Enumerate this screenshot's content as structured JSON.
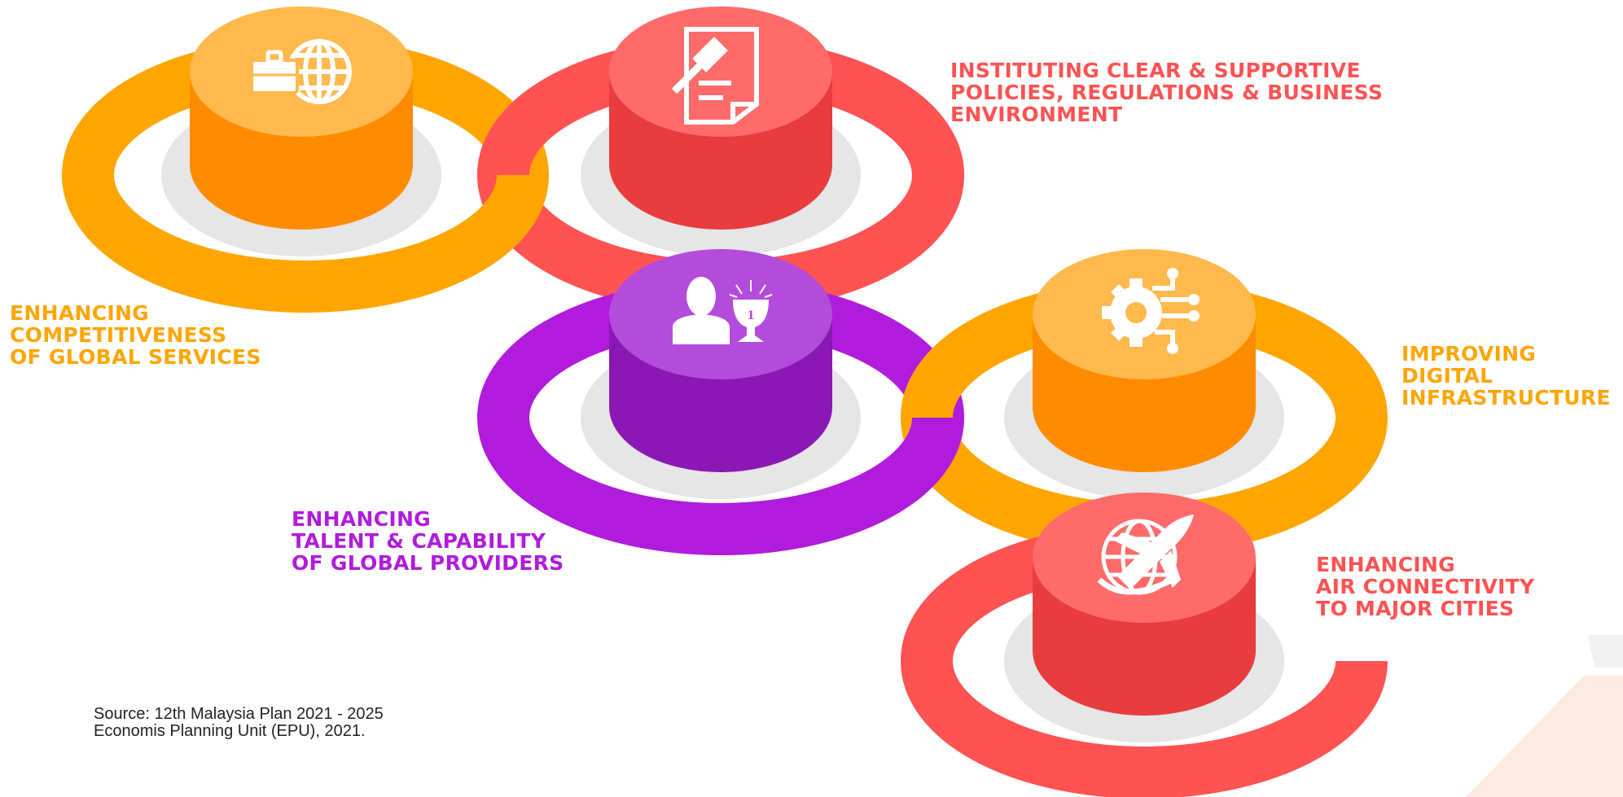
{
  "colors": {
    "orange_ring": "#ffa500",
    "orange_top": "#ffb94d",
    "orange_side": "#ff8c00",
    "red_ring": "#ff5252",
    "red_top": "#ff6b6b",
    "red_side": "#e83c3e",
    "purple_ring": "#b11bdc",
    "purple_top": "#b34cdb",
    "purple_side": "#8b18b4",
    "shadow": "#e6e6e6",
    "corner_stripe": "#fdebe2"
  },
  "pillars": [
    {
      "key": "competitiveness",
      "icon": "globe-briefcase-icon",
      "lines": [
        "ENHANCING",
        "COMPETITIVENESS",
        "OF GLOBAL SERVICES"
      ]
    },
    {
      "key": "policies",
      "icon": "gavel-document-icon",
      "lines": [
        "INSTITUTING CLEAR & SUPPORTIVE",
        "POLICIES, REGULATIONS & BUSINESS",
        "ENVIRONMENT"
      ]
    },
    {
      "key": "talent",
      "icon": "person-trophy-icon",
      "lines": [
        "ENHANCING",
        "TALENT & CAPABILITY",
        "OF GLOBAL PROVIDERS"
      ]
    },
    {
      "key": "digital",
      "icon": "gear-circuit-icon",
      "lines": [
        "IMPROVING",
        "DIGITAL",
        "INFRASTRUCTURE"
      ]
    },
    {
      "key": "air",
      "icon": "globe-airplane-icon",
      "lines": [
        "ENHANCING",
        "AIR CONNECTIVITY",
        "TO MAJOR CITIES"
      ]
    }
  ],
  "trophy_rank": "1",
  "source": {
    "line1": "Source: 12th Malaysia Plan 2021 - 2025",
    "line2": "Economis Planning Unit (EPU), 2021."
  }
}
